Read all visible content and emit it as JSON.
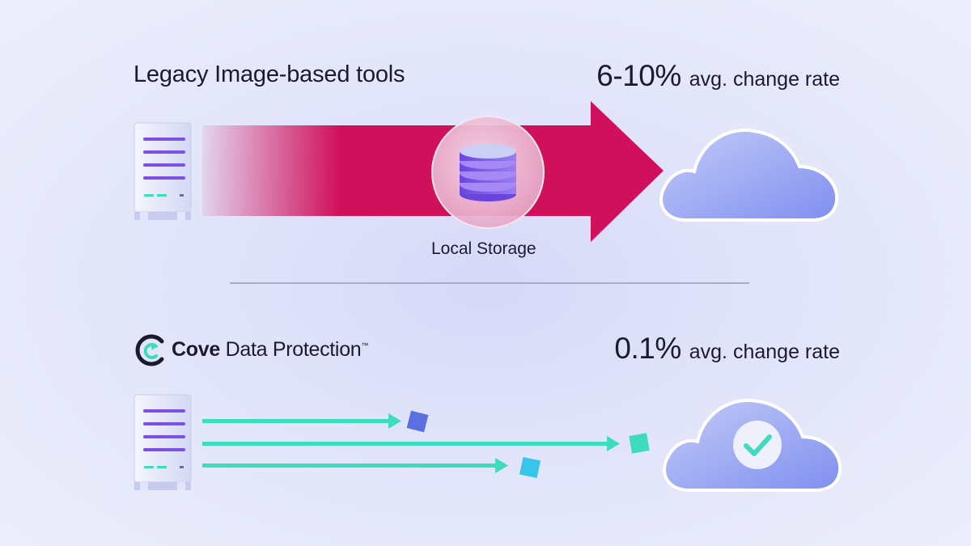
{
  "legacy": {
    "title": "Legacy Image-based tools",
    "rate_value": "6-10%",
    "rate_label": "avg. change rate",
    "storage_label": "Local Storage"
  },
  "cove": {
    "brand_bold": "Cove",
    "brand_rest": " Data Protection",
    "trademark": "™",
    "rate_value": "0.1%",
    "rate_label": "avg. change rate"
  },
  "colors": {
    "legacy_arrow": "#d0105a",
    "cove_arrow": "#3ddcbc",
    "server_stripe": "#7b52e8",
    "cloud": "#9aa8f2",
    "brand_accent": "#3ddcbc"
  },
  "icons": [
    "server-icon",
    "database-icon",
    "cloud-icon",
    "checkmark-icon",
    "cove-logo-icon",
    "data-block-icon"
  ]
}
